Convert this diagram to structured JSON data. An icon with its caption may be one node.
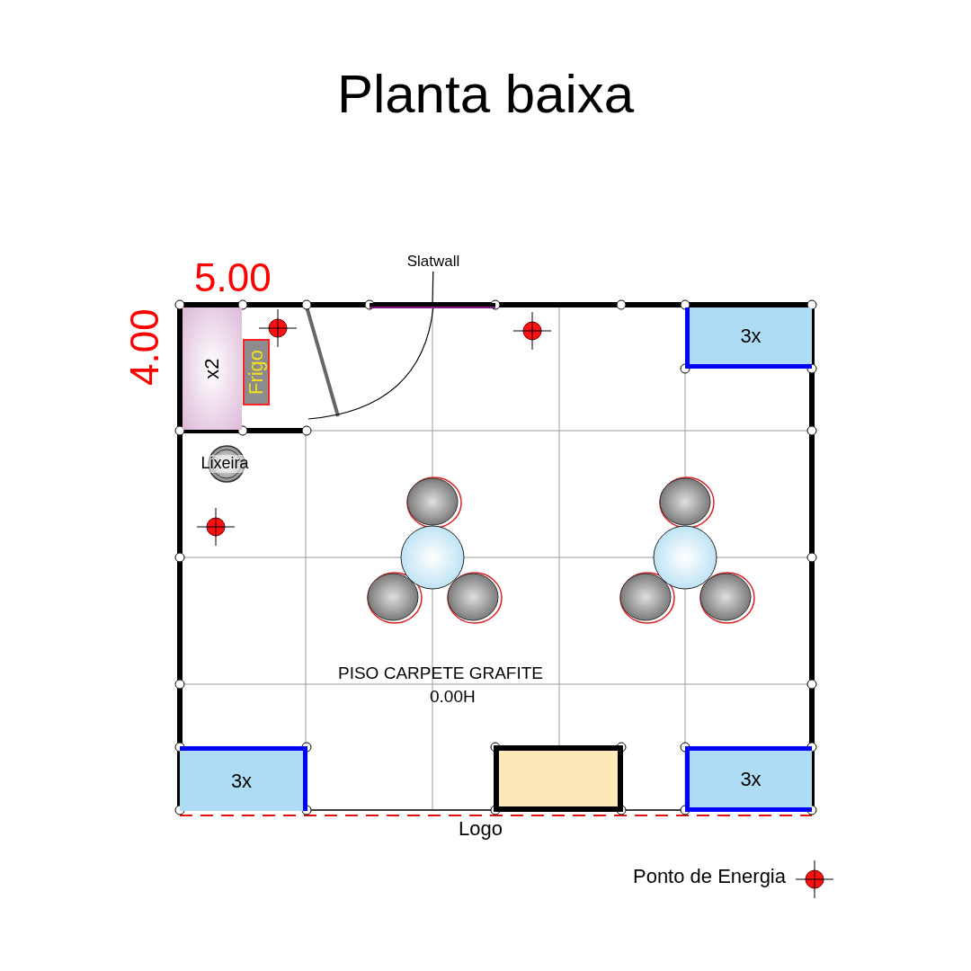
{
  "diagram": {
    "title": "Planta baixa",
    "nodes": [
      {
        "text": [
          "x2"
        ]
      },
      {
        "text": [
          "Frigo"
        ]
      },
      {
        "text": [
          "3x"
        ]
      },
      {
        "text": [
          "3x"
        ]
      },
      {
        "text": [],
        "shape": "box"
      },
      {
        "text": [
          "3x"
        ]
      },
      {
        "text": [
          "Slatwall"
        ]
      },
      {
        "text": [],
        "shape": "bar"
      },
      {
        "text": [
          "Lixeira"
        ]
      }
    ],
    "edges": [
      {
        "from": 6,
        "to": 7,
        "arrow": "none"
      }
    ],
    "labels": [
      "5.00",
      "4.00",
      "PISO CARPETE GRAFITE",
      "0.00H",
      "Logo"
    ],
    "legend": [
      {
        "text": "Ponto de Energia"
      }
    ]
  }
}
